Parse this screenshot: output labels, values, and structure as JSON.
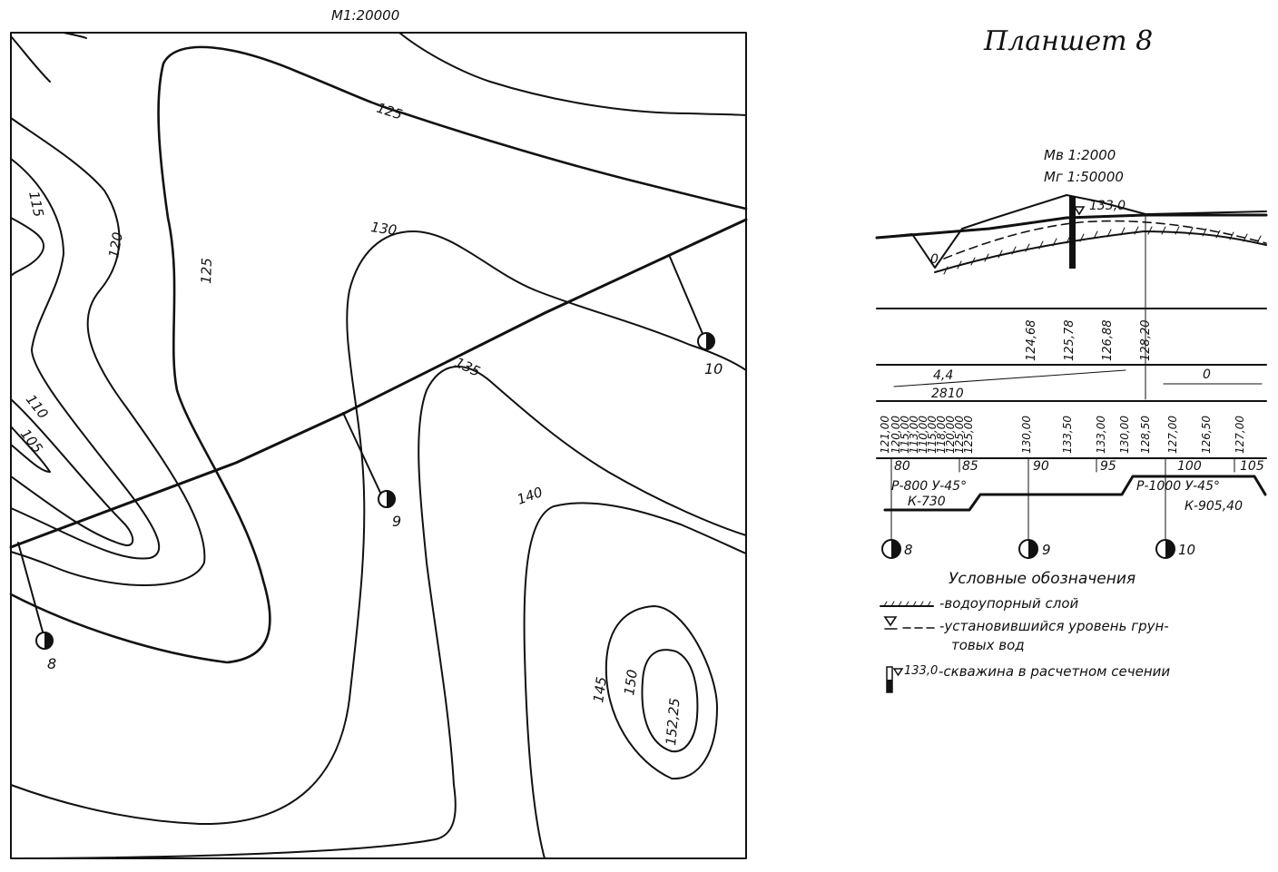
{
  "map": {
    "scale": "М1:20000",
    "contours": [
      "105",
      "110",
      "115",
      "120",
      "125",
      "125",
      "130",
      "135",
      "140",
      "145",
      "150"
    ],
    "summit": "152,25",
    "wells": [
      "8",
      "9",
      "10"
    ]
  },
  "sheet_title": "Планшет 8",
  "profile": {
    "scale_vertical": "Мв 1:2000",
    "scale_horizontal": "Мг 1:50000",
    "well_level": "133,0",
    "zero_mark": "0",
    "design_marks": [
      "124,68",
      "125,78",
      "126,88",
      "128,20"
    ],
    "slope_left": "4,4",
    "slope_left_length": "2810",
    "slope_right": "0",
    "ground_marks": [
      "121,00",
      "120,00",
      "115,00",
      "113,00",
      "110,00",
      "115,00",
      "118,00",
      "120,00",
      "125,00",
      "125,00",
      "130,00",
      "133,50",
      "133,00",
      "130,00",
      "128,50",
      "127,00",
      "126,50",
      "127,00"
    ],
    "pickets": [
      "80",
      "85",
      "90",
      "95",
      "100",
      "105"
    ],
    "curve_left": {
      "line1": "Р-800 У-45°",
      "line2": "К-730"
    },
    "curve_right": {
      "line1": "Р-1000 У-45°",
      "line2": "К-905,40"
    },
    "wells": [
      "8",
      "9",
      "10"
    ]
  },
  "legend": {
    "title": "Условные обозначения",
    "item1": "-водоупорный слой",
    "item2_line1": "-установившийся уровень грун-",
    "item2_line2": "товых вод",
    "item3_level": "133,0",
    "item3_text": "-скважина в расчетном сечении"
  }
}
